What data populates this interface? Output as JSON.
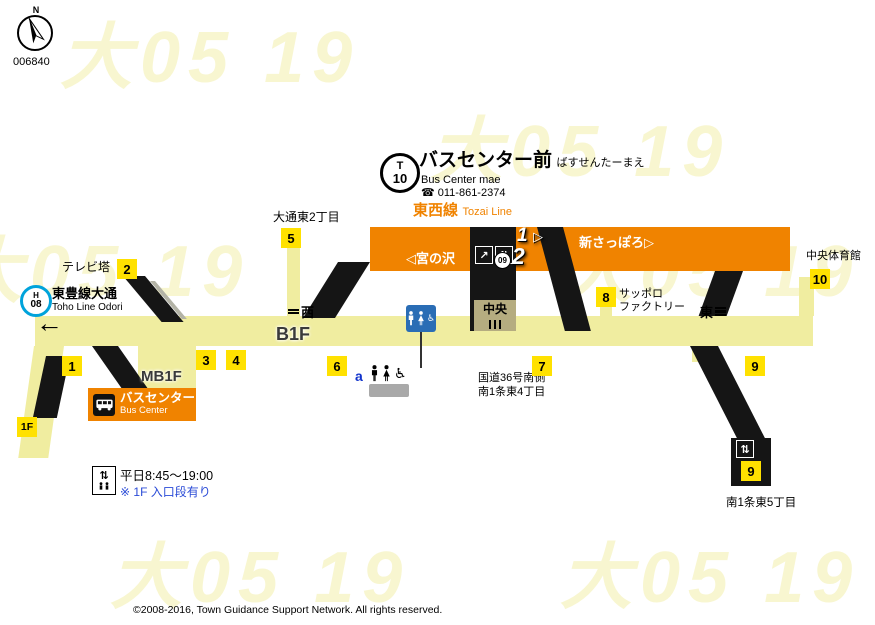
{
  "meta": {
    "map_code": "006840",
    "copyright": "©2008-2016, Town Guidance Support Network. All rights reserved."
  },
  "compass": {
    "n": "N"
  },
  "watermark": {
    "text": "大05 19"
  },
  "station": {
    "line_letter": "T",
    "number": "10",
    "name_ja": "バスセンター前",
    "name_kana": "ばすせんたーまえ",
    "name_en": "Bus Center mae",
    "phone": "☎ 011-861-2374",
    "line_name_ja": "東西線",
    "line_name_en": "Tozai Line"
  },
  "platform": {
    "dir_left": "◁宮の沢",
    "dir_right": "新さっぽろ▷",
    "platform1": "1",
    "platform1_arrow": "▷",
    "platform2": "2",
    "neighbor_left": "09"
  },
  "toho": {
    "letter": "H",
    "number": "08",
    "name_ja": "東豊線大通",
    "name_en": "Toho Line Odori",
    "arrow": "←"
  },
  "levels": {
    "b1f": "B1F",
    "mb1f": "MB1F"
  },
  "gates": {
    "west": "西",
    "center": "中央",
    "east": "東"
  },
  "bus_center": {
    "name_ja": "バスセンター",
    "name_en": "Bus Center",
    "hours": "平日8:45〜19:00",
    "note": "※ 1F 入口段有り"
  },
  "exits": {
    "e1": "1",
    "e1f": "1F",
    "e2": "2",
    "e3": "3",
    "e4": "4",
    "e5": "5",
    "e6": "6",
    "e7": "7",
    "e8": "8",
    "e9": "9",
    "e9b": "9",
    "e10": "10"
  },
  "labels": {
    "tv_tower": "テレビ塔",
    "odori_higashi2": "大通東2丁目",
    "chuo_taiikukan": "中央体育館",
    "sapporo_factory_1": "サッポロ",
    "sapporo_factory_2": "ファクトリー",
    "route36_1": "国道36号南側",
    "route36_2": "南1条東4丁目",
    "minami1_higashi5": "南1条東5丁目",
    "a_label": "a"
  },
  "icons": {
    "elevator": "⇅",
    "escalator": "↗",
    "wheelchair": "♿"
  },
  "colors": {
    "tozai-orange": "#f08300",
    "toho-blue": "#00a3db",
    "exit-yellow": "#ffe100",
    "concourse": "#f0eda0",
    "stairs-black": "#151515",
    "link-blue": "#2a4bd7",
    "sign-blue": "#2a6db5",
    "gate-tan": "#b5ac80"
  }
}
